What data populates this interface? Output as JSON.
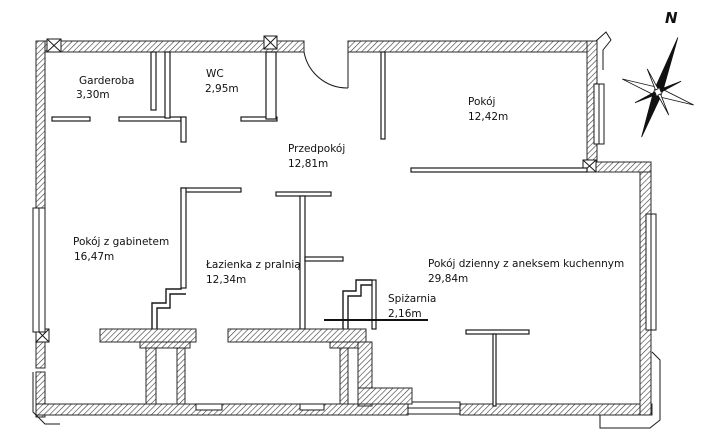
{
  "compass": {
    "letter": "N",
    "icon": "north-arrow-icon"
  },
  "rooms": [
    {
      "id": "garderoba",
      "name": "Garderoba",
      "area": "3,30m"
    },
    {
      "id": "wc",
      "name": "WC",
      "area": "2,95m"
    },
    {
      "id": "pokoj",
      "name": "Pokój",
      "area": "12,42m"
    },
    {
      "id": "przedpokoj",
      "name": "Przedpokój",
      "area": "12,81m"
    },
    {
      "id": "pokoj-gabinet",
      "name": "Pokój z gabinetem",
      "area": "16,47m"
    },
    {
      "id": "lazienka",
      "name": "Łazienka z pralnią",
      "area": "12,34m"
    },
    {
      "id": "pokoj-dzienny",
      "name": "Pokój dzienny z aneksem kuchennym",
      "area": "29,84m"
    },
    {
      "id": "spizarnia",
      "name": "Spiżarnia",
      "area": "2,16m"
    }
  ],
  "colors": {
    "wall_stroke": "#2a2a2a",
    "wall_fill": "#ffffff",
    "line": "#1a1a1a"
  }
}
